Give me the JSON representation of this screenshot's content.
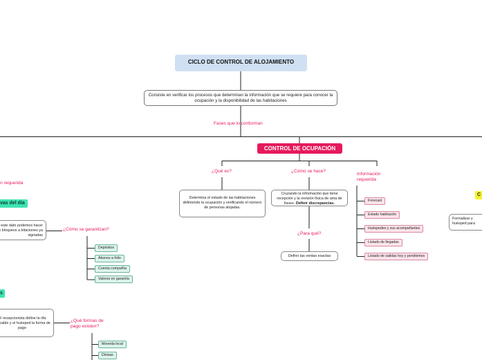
{
  "root": {
    "title": "CICLO DE CONTROL DE ALOJAMIENTO"
  },
  "description": "Consiste en verificar los procesos que determinan la información que se requiere para conocer la ocupación y la disponibilidad de las habitaciones",
  "phases_label": "Fases que lo conforman",
  "control_ocupacion": {
    "title": "CONTROL DE OCUPACIÓN",
    "que_es": {
      "question": "¿Qué es?",
      "answer": "Determina el estado de las habitaciones definiendo  la ocupación y verificando el número de personas alojadas."
    },
    "como_se_hace": {
      "question": "¿Cómo se hace?",
      "answer": "Cruzando la información que tiene recepción y la revisión física de ama de llaves.",
      "answer_bold": "Definir discrepancias."
    },
    "para_que": {
      "question": "¿Para qué?",
      "answer": "Definir las ventas exactas"
    },
    "informacion": {
      "label": "Información requerida",
      "items": [
        "Forecast",
        "Estado habitación",
        "Huéspedes y sus acompañantes",
        "Listado de llegadas",
        "Listado de salidas hoy y pendientes"
      ]
    }
  },
  "left": {
    "partial_label": "n requerida",
    "reservas_header": "vas del día",
    "reservas_box": "on este dato podemos hacer los bloqueos a bitaciones ya signadas",
    "como_garantizan": {
      "question": "¿Cómo se garantizan?",
      "items": [
        "Depósitos",
        "Abonos a folio",
        "Cuenta compañía",
        "Valores en garantía"
      ]
    },
    "small_header": "s",
    "pago_box": "El recepcionista define la rifa aplicable y el huésped la forma de pago",
    "formas_pago": {
      "question": "¿Qué formas de pago existen?",
      "items": [
        "Moneda local",
        "Divisas"
      ]
    }
  },
  "right": {
    "yellow_header": "C",
    "box": "Formalizar y huésped para"
  }
}
